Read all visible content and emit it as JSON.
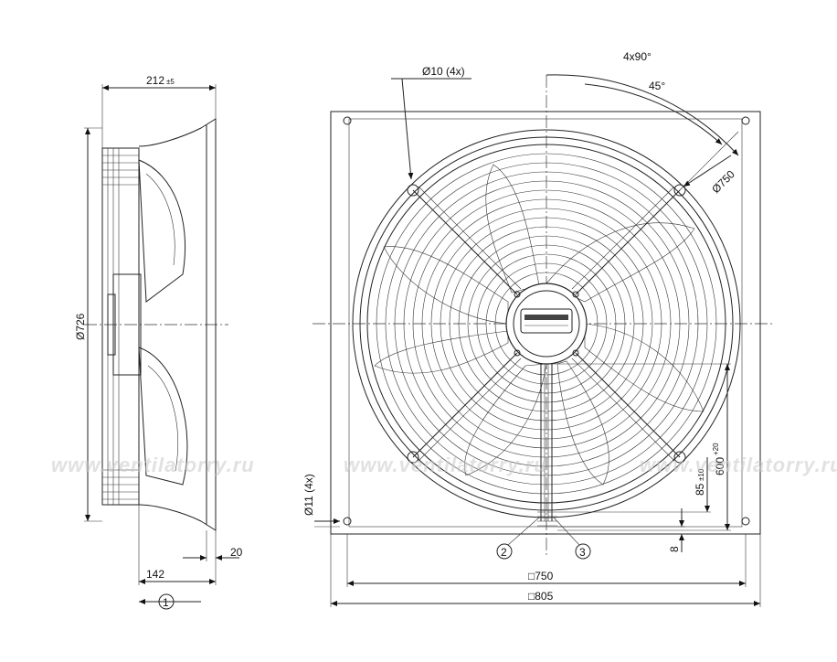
{
  "side_view": {
    "depth_value": "212",
    "depth_tol": "±5",
    "diameter": "Ø726",
    "ring_depth": "142",
    "flange_depth": "20",
    "callout_1": "1"
  },
  "front_view": {
    "holes_top": "Ø10 (4x)",
    "holes_side": "Ø11 (4x)",
    "angle_pattern": "4x90°",
    "angle_half": "45°",
    "bolt_circle": "Ø750",
    "cable_offset_value": "85",
    "cable_offset_tol": "±10",
    "cable_length_value": "600",
    "cable_length_tol": "+20",
    "cable_gap": "8",
    "square_inner": "□750",
    "square_outer": "□805",
    "callout_2": "2",
    "callout_3": "3"
  },
  "watermark": {
    "text": "www.ventilatorry.ru"
  }
}
